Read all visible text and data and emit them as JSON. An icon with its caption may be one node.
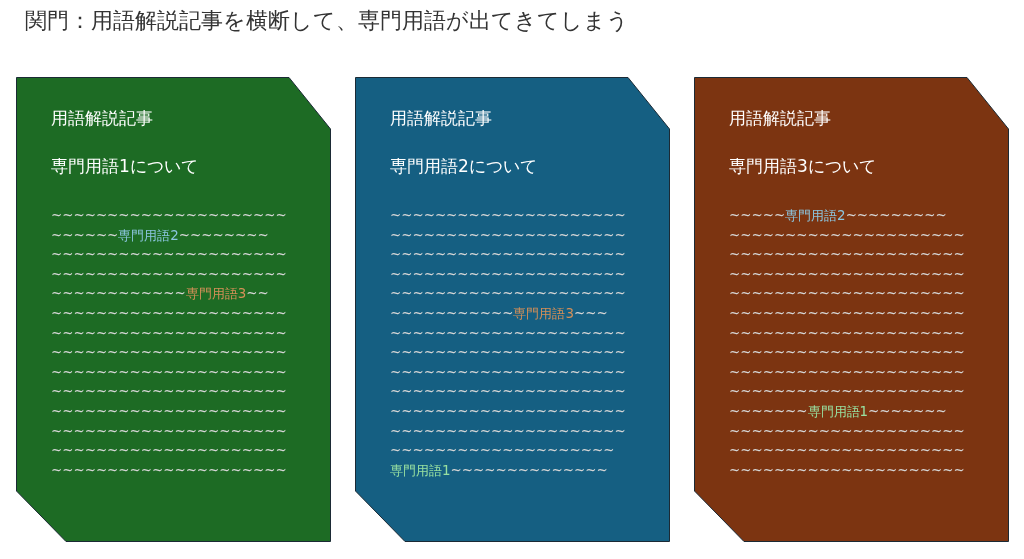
{
  "diagram": {
    "title": "関門：用語解説記事を横断して、専門用語が出てきてしまう",
    "nodes": [
      {
        "text": [
          "用語解説記事",
          "専門用語1について",
          "~~~~~~~~~~~~~~~~~~~~~",
          "~~~~~~",
          "専門用語2",
          "~~~~~~~~",
          "~~~~~~~~~~~~~~~~~~~~~",
          "~~~~~~~~~~~~~~~~~~~~~",
          "~~~~~~~~~~~~",
          "専門用語3",
          "~~",
          "~~~~~~~~~~~~~~~~~~~~~",
          "~~~~~~~~~~~~~~~~~~~~~",
          "~~~~~~~~~~~~~~~~~~~~~",
          "~~~~~~~~~~~~~~~~~~~~~",
          "~~~~~~~~~~~~~~~~~~~~~",
          "~~~~~~~~~~~~~~~~~~~~~",
          "~~~~~~~~~~~~~~~~~~~~~",
          "~~~~~~~~~~~~~~~~~~~~~",
          "~~~~~~~~~~~~~~~~~~~~~"
        ]
      },
      {
        "text": [
          "用語解説記事",
          "専門用語2について",
          "~~~~~~~~~~~~~~~~~~~~~",
          "~~~~~~~~~~~~~~~~~~~~~",
          "~~~~~~~~~~~~~~~~~~~~~",
          "~~~~~~~~~~~~~~~~~~~~~",
          "~~~~~~~~~~~~~~~~~~~~~",
          "~~~~~~~~~~~",
          "専門用語3",
          "~~~",
          "~~~~~~~~~~~~~~~~~~~~~",
          "~~~~~~~~~~~~~~~~~~~~~",
          "~~~~~~~~~~~~~~~~~~~~~",
          "~~~~~~~~~~~~~~~~~~~~~",
          "~~~~~~~~~~~~~~~~~~~~~",
          "~~~~~~~~~~~~~~~~~~~~~",
          "~~~~~~~~~~~~~~~~~~~~",
          "専門用語1",
          "~~~~~~~~~~~~~~"
        ]
      },
      {
        "text": [
          "用語解説記事",
          "専門用語3について",
          "~~~~~",
          "専門用語2",
          "~~~~~~~~~",
          "~~~~~~~~~~~~~~~~~~~~~",
          "~~~~~~~~~~~~~~~~~~~~~",
          "~~~~~~~~~~~~~~~~~~~~~",
          "~~~~~~~~~~~~~~~~~~~~~",
          "~~~~~~~~~~~~~~~~~~~~~",
          "~~~~~~~~~~~~~~~~~~~~~",
          "~~~~~~~~~~~~~~~~~~~~~",
          "~~~~~~~~~~~~~~~~~~~~~",
          "~~~~~~~~~~~~~~~~~~~~~",
          "~~~~~~~",
          "専門用語1",
          "~~~~~~~",
          "~~~~~~~~~~~~~~~~~~~~~",
          "~~~~~~~~~~~~~~~~~~~~~",
          "~~~~~~~~~~~~~~~~~~~~~"
        ]
      }
    ]
  }
}
